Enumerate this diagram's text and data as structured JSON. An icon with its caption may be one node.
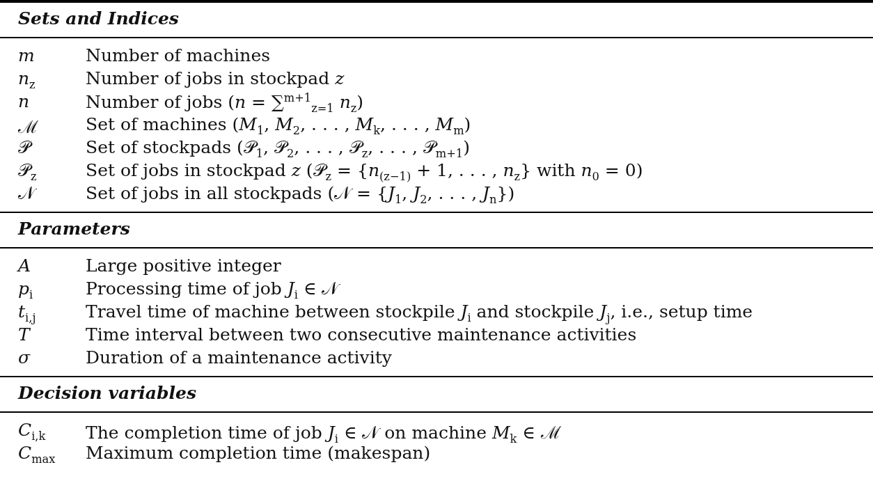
{
  "diagram": {
    "labels": [
      "Sets and Indices",
      "*m*",
      "Number of machines",
      "*n*$_{z}$",
      "Number of jobs in stockpad *z*",
      "*n*",
      "Number of jobs (*n* = ∑$^{m+1}$$_{z=1}$ *n*$_{z}$)",
      "ℳ",
      "Set of machines (*M*$_{1}$, *M*$_{2}$, . . . , *M*$_{k}$, . . . , *M*$_{m}$)",
      "𝒫",
      "Set of stockpads (𝒫$_{1}$, 𝒫$_{2}$, . . . , 𝒫$_{z}$, . . . , 𝒫$_{m+1}$)",
      "𝒫$_{z}$",
      "Set of jobs in stockpad *z* (𝒫$_{z}$ = {*n*$_{(z−1)}$ + 1, . . . , *n*$_{z}$} with *n*$_{0}$ = 0)",
      "𝒩",
      "Set of jobs in all stockpads (𝒩 = {*J*$_{1}$, *J*$_{2}$, . . . , *J*$_{n}$})",
      "Parameters",
      "*A*",
      "Large positive integer",
      "*p*$_{i}$",
      "Processing time of job *J*$_{i}$ ∈ 𝒩",
      "*t*$_{i,j}$",
      "Travel time of machine between stockpile *J*$_{i}$ and stockpile *J*$_{j}$, i.e., setup time",
      "*T*",
      "Time interval between two consecutive maintenance activities",
      "*σ*",
      "Duration of a maintenance activity",
      "Decision variables",
      "*C*$_{i,k}$",
      "The completion time of job *J*$_{i}$ ∈ 𝒩 on machine *M*$_{k}$ ∈ ℳ",
      "*C*$_{max}$",
      "Maximum completion time (makespan)"
    ]
  }
}
